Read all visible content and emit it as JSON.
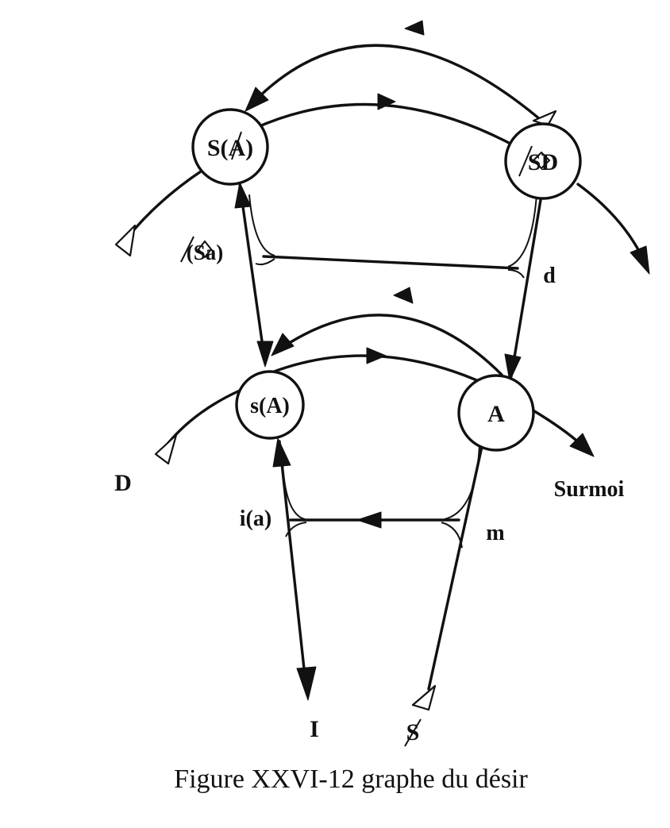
{
  "nodes": {
    "signifier_of_lack": "S(A)",
    "drive": "SD",
    "message": "s(A)",
    "other": "A"
  },
  "edge_labels": {
    "fantasy": "(Sa)",
    "desire": "d",
    "ideal_ego": "i(a)",
    "ego": "m"
  },
  "ends": {
    "demand": "D",
    "superego": "Surmoi",
    "ideal": "I",
    "subject": "S"
  },
  "caption": "Figure XXVI-12 graphe du désir",
  "colors": {
    "ink": "#111111",
    "paper": "#ffffff"
  }
}
